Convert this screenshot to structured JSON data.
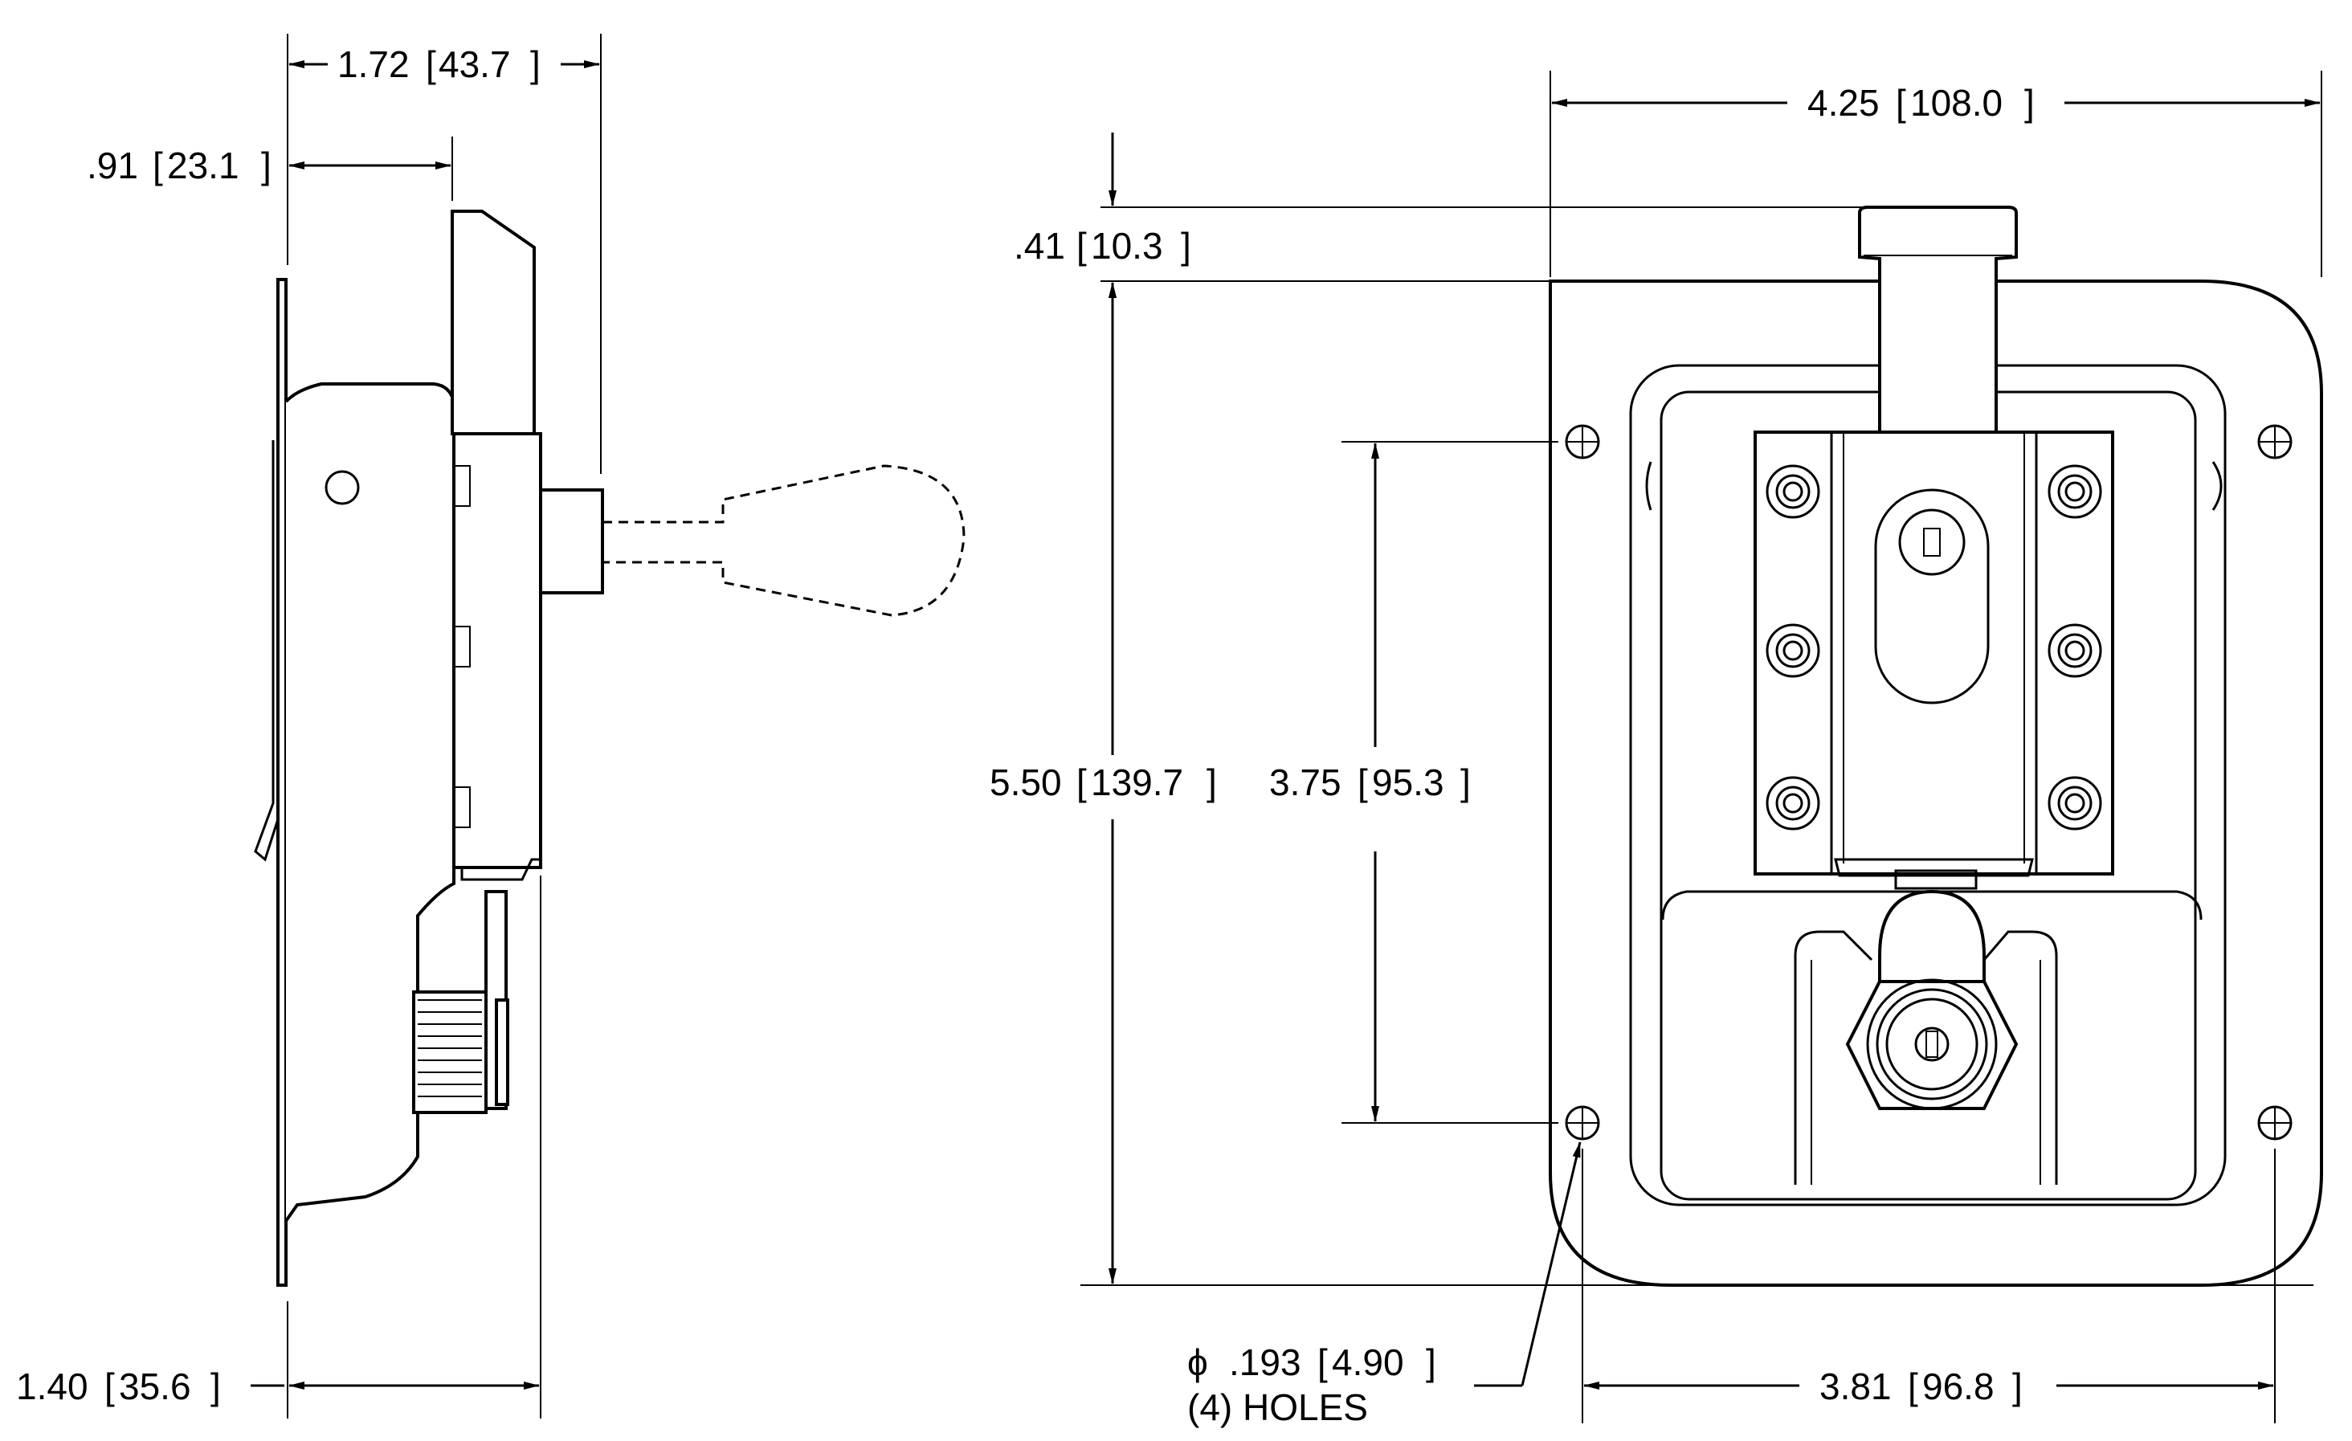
{
  "dimensions": {
    "side_width": [
      "1.72",
      "43.7"
    ],
    "side_depth": [
      ".91",
      "23.1"
    ],
    "side_base": [
      "1.40",
      "35.6"
    ],
    "front_width": [
      "4.25",
      "108.0"
    ],
    "front_handle": [
      ".41",
      "10.3"
    ],
    "front_height": [
      "5.50",
      "139.7"
    ],
    "front_hole_spacing_v": [
      "3.75",
      "95.3"
    ],
    "front_hole_spacing_h": [
      "3.81",
      "96.8"
    ],
    "hole_diameter": [
      ".193",
      "4.90"
    ]
  },
  "notes": {
    "diameter_symbol": "ϕ",
    "holes": "(4) HOLES"
  },
  "colors": {
    "line": "#000000",
    "background": "#ffffff"
  }
}
